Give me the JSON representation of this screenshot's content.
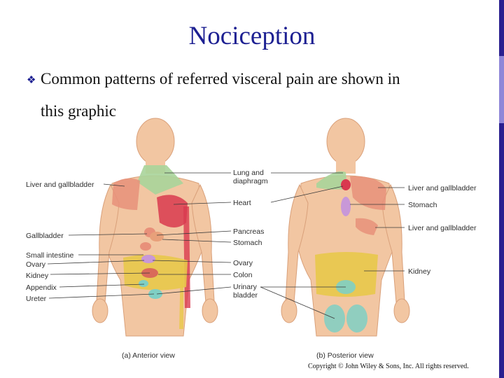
{
  "slide": {
    "title": "Nociception",
    "bullet_line1": "Common patterns of referred visceral pain are shown in",
    "bullet_line2": "this graphic",
    "bullet_icon": "diamond-bullet-icon"
  },
  "figure": {
    "anterior_caption": "(a) Anterior view",
    "posterior_caption": "(b) Posterior view",
    "left_labels": [
      "Liver and gallbladder",
      "Gallbladder",
      "Small intestine",
      "Ovary",
      "Kidney",
      "Appendix",
      "Ureter"
    ],
    "center_labels": [
      "Lung and",
      "diaphragm",
      "Heart",
      "Pancreas",
      "Stomach",
      "Ovary",
      "Colon",
      "Urinary",
      "bladder"
    ],
    "right_labels": [
      "Liver and gallbladder",
      "Stomach",
      "Liver and gallbladder",
      "Kidney"
    ]
  },
  "copyright": "Copyright © John Wiley & Sons, Inc. All rights reserved.",
  "colors": {
    "title": "#1d2092",
    "skin": "#f2c6a2",
    "referred_liver": "#e8907a",
    "heart": "#d9394f",
    "kidney_colon": "#e8c84a",
    "bladder": "#7fcfc4"
  }
}
